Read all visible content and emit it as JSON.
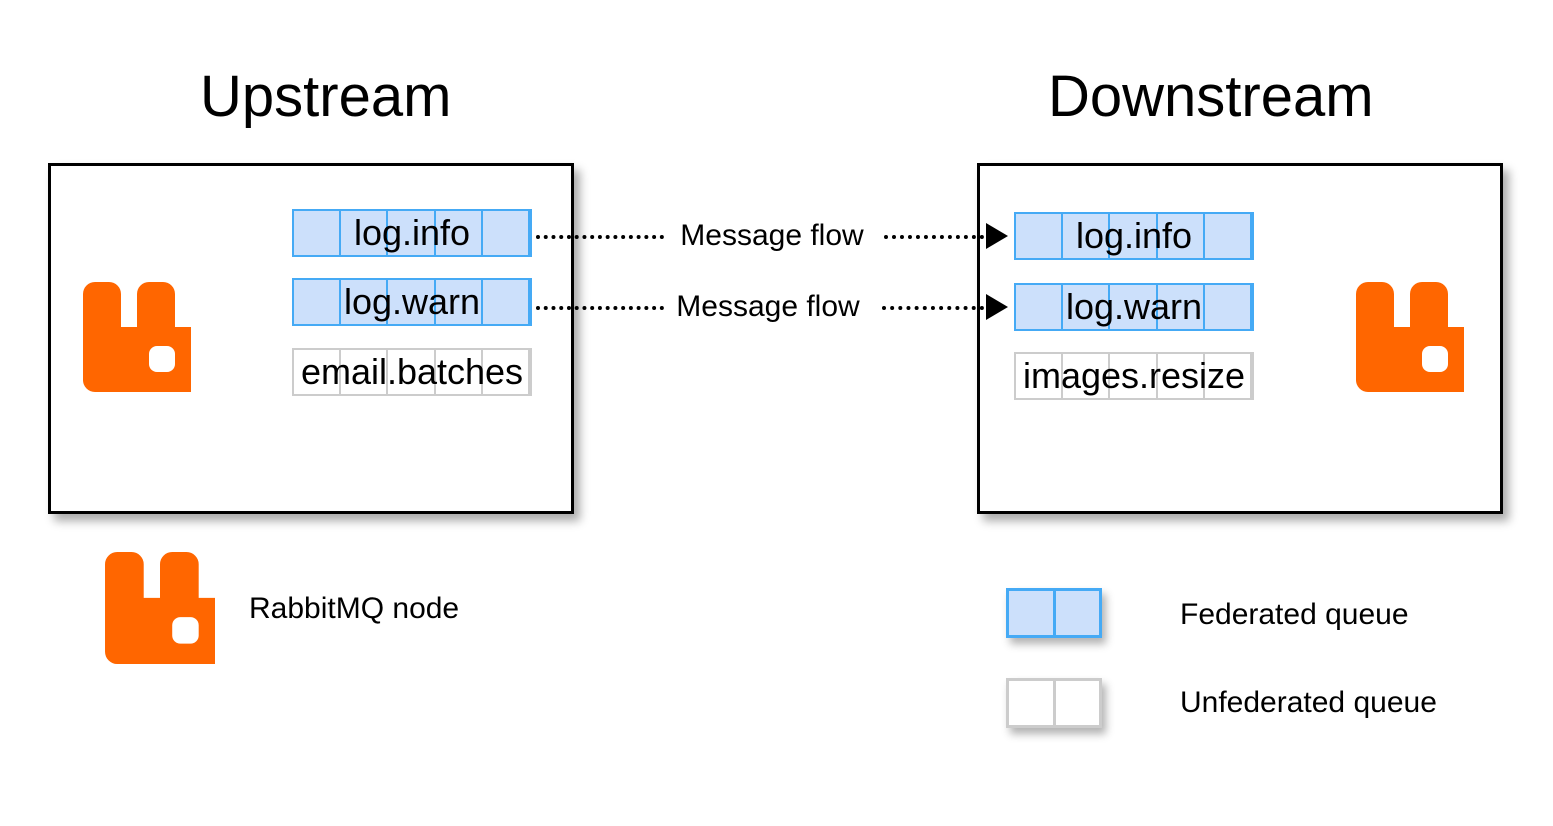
{
  "diagram": {
    "title_upstream": "Upstream",
    "title_downstream": "Downstream",
    "colors": {
      "rabbitmq_orange": "#FF6600",
      "federated_border": "#45AAF5",
      "federated_fill": "#CCE0FB",
      "unfederated_border": "#CCCCCC",
      "unfederated_fill": "#FFFFFF",
      "panel_border": "#000000",
      "text": "#000000"
    }
  },
  "upstream": {
    "label": "Upstream",
    "node_icon": "rabbitmq-logo-icon",
    "queues": [
      {
        "name": "log.info",
        "federated": true,
        "cells": 5
      },
      {
        "name": "log.warn",
        "federated": true,
        "cells": 5
      },
      {
        "name": "email.batches",
        "federated": false,
        "cells": 5
      }
    ]
  },
  "downstream": {
    "label": "Downstream",
    "node_icon": "rabbitmq-logo-icon",
    "queues": [
      {
        "name": "log.info",
        "federated": true,
        "cells": 5
      },
      {
        "name": "log.warn",
        "federated": true,
        "cells": 5
      },
      {
        "name": "images.resize",
        "federated": false,
        "cells": 5
      }
    ]
  },
  "flows": [
    {
      "label": "Message flow",
      "from_queue": "log.info",
      "to_queue": "log.info",
      "style": "dotted",
      "arrow": "right"
    },
    {
      "label": "Message flow",
      "from_queue": "log.warn",
      "to_queue": "log.warn",
      "style": "dotted",
      "arrow": "right"
    }
  ],
  "legend": {
    "items": [
      {
        "label": "RabbitMQ node",
        "swatch": "rabbitmq-logo-icon"
      },
      {
        "label": "Federated queue",
        "swatch": "federated-queue",
        "cells": 2
      },
      {
        "label": "Unfederated queue",
        "swatch": "unfederated-queue",
        "cells": 2
      }
    ]
  }
}
